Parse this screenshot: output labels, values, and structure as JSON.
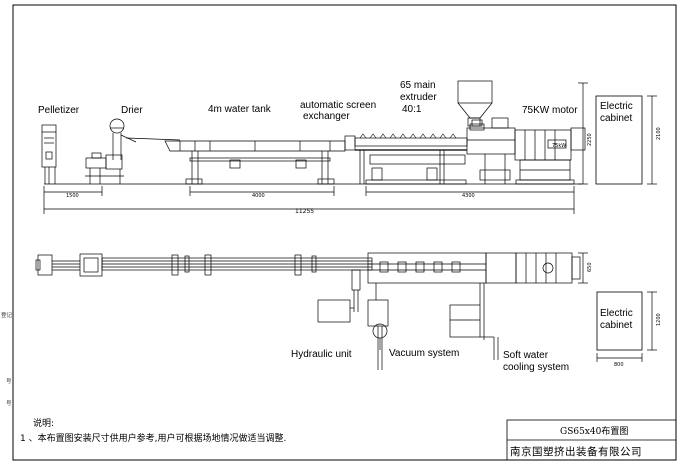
{
  "labels": {
    "pelletizer": "Pelletizer",
    "drier": "Drier",
    "water_tank": "4m water tank",
    "screen_exchanger_1": "automatic screen",
    "screen_exchanger_2": "exchanger",
    "extruder_1": "65 main",
    "extruder_2": "extruder",
    "extruder_3": "40:1",
    "motor": "75KW motor",
    "cabinet_top_1": "Electric",
    "cabinet_top_2": "cabinet",
    "cabinet_bottom_1": "Electric",
    "cabinet_bottom_2": "cabinet",
    "hydraulic": "Hydraulic unit",
    "vacuum": "Vacuum system",
    "cooling_1": "Soft water",
    "cooling_2": "cooling system",
    "motor_plate": "75kW"
  },
  "dimensions": {
    "d1500": "1500",
    "d4000": "4000",
    "d4300": "4300",
    "d11255": "11255",
    "d2250": "2250",
    "d2100": "2100",
    "d650": "650",
    "d1200": "1200",
    "d800": "800"
  },
  "notes": {
    "title": "说明:",
    "line1": "1 、本布置图安装尺寸供用户参考,用户可根据场地情况做适当调整."
  },
  "title_block": {
    "drawing_title": "GS65x40布置图",
    "company": "南京国塑挤出装备有限公司"
  },
  "margin_marks": {
    "m1": "登记",
    "m2": "号",
    "m3": "号"
  }
}
